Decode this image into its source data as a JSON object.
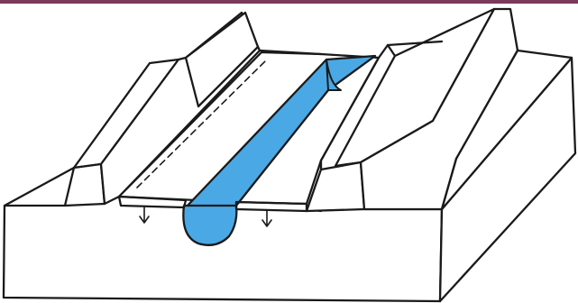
{
  "colors": {
    "ink": "#1a1a1a",
    "channel_fill": "#4aa8e4",
    "channel_dark": "#3c92cf",
    "top_rule": "#7a3a5c",
    "background": "#ffffff"
  },
  "diagram": {
    "elements": [
      {
        "id": "substrate-block",
        "icon": "block-shape"
      },
      {
        "id": "left-ridge",
        "icon": "ridge-shape"
      },
      {
        "id": "right-ridge",
        "icon": "ridge-shape"
      },
      {
        "id": "central-trench",
        "icon": "trench-shape"
      },
      {
        "id": "liquid-channel",
        "icon": "water-channel"
      },
      {
        "id": "membrane-layer",
        "icon": "hatched-layer"
      },
      {
        "id": "left-flow-arrow",
        "icon": "arrow-down-icon"
      },
      {
        "id": "right-flow-arrow",
        "icon": "arrow-down-icon"
      }
    ]
  }
}
